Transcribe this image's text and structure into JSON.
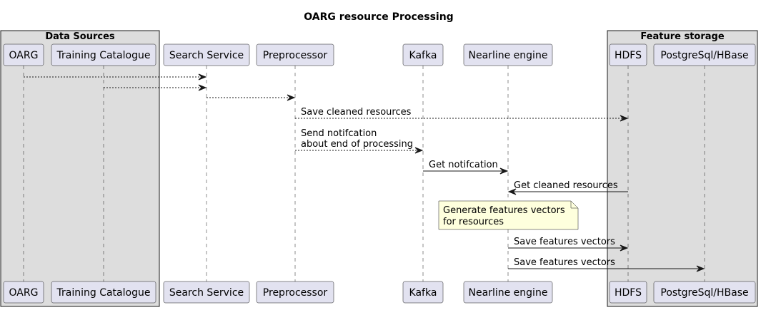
{
  "title": "OARG resource Processing",
  "colors": {
    "group_fill": "#DDDDDD",
    "participant_fill": "#E2E2F0",
    "participant_stroke": "#181818",
    "lifeline": "#181818",
    "note_fill": "#FEFFDD",
    "arrow": "#181818"
  },
  "groups": [
    {
      "id": "data-sources",
      "title": "Data Sources"
    },
    {
      "id": "feature-storage",
      "title": "Feature storage"
    }
  ],
  "participants": [
    {
      "id": "oarg",
      "label": "OARG"
    },
    {
      "id": "training-catalogue",
      "label": "Training Catalogue"
    },
    {
      "id": "search-service",
      "label": "Search Service"
    },
    {
      "id": "preprocessor",
      "label": "Preprocessor"
    },
    {
      "id": "kafka",
      "label": "Kafka"
    },
    {
      "id": "nearline-engine",
      "label": "Nearline engine"
    },
    {
      "id": "hdfs",
      "label": "HDFS"
    },
    {
      "id": "postgres-hbase",
      "label": "PostgreSql/HBase"
    }
  ],
  "messages": [
    {
      "from": "oarg",
      "to": "search-service",
      "style": "dashed",
      "lines": []
    },
    {
      "from": "training-catalogue",
      "to": "search-service",
      "style": "dashed",
      "lines": []
    },
    {
      "from": "search-service",
      "to": "preprocessor",
      "style": "dashed",
      "lines": []
    },
    {
      "from": "preprocessor",
      "to": "hdfs",
      "style": "dashed",
      "lines": [
        "Save cleaned resources"
      ]
    },
    {
      "from": "preprocessor",
      "to": "kafka",
      "style": "dashed",
      "lines": [
        "Send notifcation",
        "about end of processing"
      ]
    },
    {
      "from": "kafka",
      "to": "nearline-engine",
      "style": "solid",
      "lines": [
        "Get notifcation"
      ]
    },
    {
      "from": "hdfs",
      "to": "nearline-engine",
      "style": "solid",
      "lines": [
        "Get cleaned resources"
      ]
    },
    {
      "from": "nearline-engine",
      "to": "hdfs",
      "style": "solid",
      "lines": [
        "Save features vectors"
      ]
    },
    {
      "from": "nearline-engine",
      "to": "postgres-hbase",
      "style": "solid",
      "lines": [
        "Save features vectors"
      ]
    }
  ],
  "note": {
    "lines": [
      "Generate features vectors",
      "for resources"
    ]
  }
}
